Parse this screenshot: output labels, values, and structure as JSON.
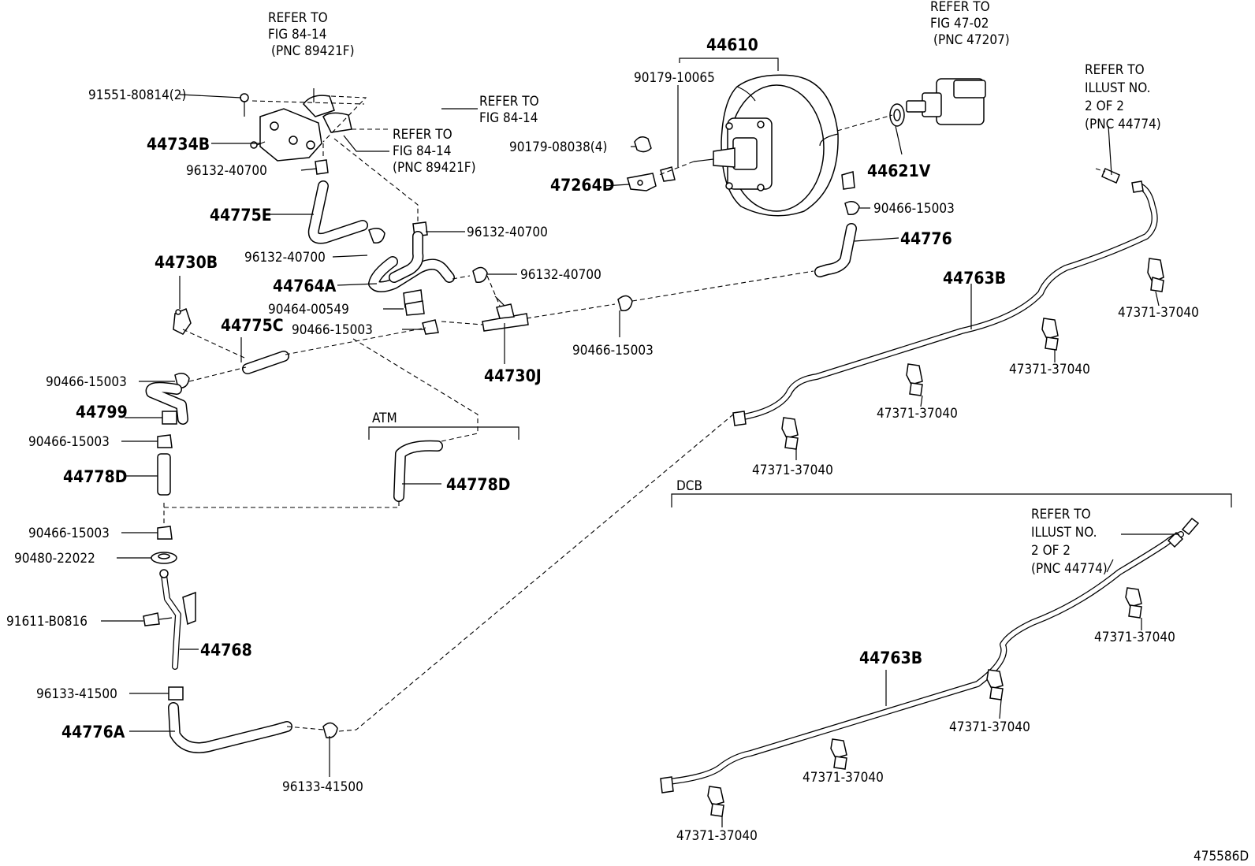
{
  "drawing_id": "475586D",
  "groups": {
    "atm": "ATM",
    "dcb": "DCB"
  },
  "labels": [
    {
      "id": "refer-fig-84-14-pnc-top",
      "lines": [
        "REFER TO",
        "FIG 84-14",
        "(PNC 89421F)"
      ],
      "big": false
    },
    {
      "id": "refer-fig-47-02",
      "lines": [
        "REFER TO",
        "FIG 47-02",
        "(PNC 47207)"
      ],
      "big": false
    },
    {
      "id": "refer-illust-top",
      "lines": [
        "REFER TO",
        "ILLUST NO.",
        "2 OF 2",
        "(PNC 44774)"
      ],
      "big": false
    },
    {
      "id": "refer-fig-84-14",
      "lines": [
        "REFER TO",
        "FIG 84-14"
      ],
      "big": false
    },
    {
      "id": "refer-fig-84-14-pnc-mid",
      "lines": [
        "REFER TO",
        "FIG 84-14",
        "(PNC 89421F)"
      ],
      "big": false
    },
    {
      "id": "refer-illust-dcb",
      "lines": [
        "REFER TO",
        "ILLUST NO.",
        "2 OF 2",
        "(PNC 44774)"
      ],
      "big": false
    },
    {
      "id": "p44610",
      "lines": [
        "44610"
      ],
      "big": true
    },
    {
      "id": "p90179-10065",
      "lines": [
        "90179-10065"
      ],
      "big": false
    },
    {
      "id": "p90179-08038",
      "lines": [
        "90179-08038(4)"
      ],
      "big": false
    },
    {
      "id": "p47264d",
      "lines": [
        "47264D"
      ],
      "big": true
    },
    {
      "id": "p44621v",
      "lines": [
        "44621V"
      ],
      "big": true
    },
    {
      "id": "p90466-15003-a",
      "lines": [
        "90466-15003"
      ],
      "big": false
    },
    {
      "id": "p44776",
      "lines": [
        "44776"
      ],
      "big": true
    },
    {
      "id": "p91551-80814",
      "lines": [
        "91551-80814(2)"
      ],
      "big": false
    },
    {
      "id": "p44734b",
      "lines": [
        "44734B"
      ],
      "big": true
    },
    {
      "id": "p96132-40700-a",
      "lines": [
        "96132-40700"
      ],
      "big": false
    },
    {
      "id": "p44775e",
      "lines": [
        "44775E"
      ],
      "big": true
    },
    {
      "id": "p96132-40700-b",
      "lines": [
        "96132-40700"
      ],
      "big": false
    },
    {
      "id": "p96132-40700-c",
      "lines": [
        "96132-40700"
      ],
      "big": false
    },
    {
      "id": "p96132-40700-d",
      "lines": [
        "96132-40700"
      ],
      "big": false
    },
    {
      "id": "p44730b",
      "lines": [
        "44730B"
      ],
      "big": true
    },
    {
      "id": "p44764a",
      "lines": [
        "44764A"
      ],
      "big": true
    },
    {
      "id": "p90464-00549",
      "lines": [
        "90464-00549"
      ],
      "big": false
    },
    {
      "id": "p44775c",
      "lines": [
        "44775C"
      ],
      "big": true
    },
    {
      "id": "p90466-15003-b",
      "lines": [
        "90466-15003"
      ],
      "big": false
    },
    {
      "id": "p90466-15003-c",
      "lines": [
        "90466-15003"
      ],
      "big": false
    },
    {
      "id": "p44730j",
      "lines": [
        "44730J"
      ],
      "big": true
    },
    {
      "id": "p90466-15003-d",
      "lines": [
        "90466-15003"
      ],
      "big": false
    },
    {
      "id": "p44799",
      "lines": [
        "44799"
      ],
      "big": true
    },
    {
      "id": "p90466-15003-e",
      "lines": [
        "90466-15003"
      ],
      "big": false
    },
    {
      "id": "p44778d-a",
      "lines": [
        "44778D"
      ],
      "big": true
    },
    {
      "id": "p44778d-b",
      "lines": [
        "44778D"
      ],
      "big": true
    },
    {
      "id": "p90466-15003-f",
      "lines": [
        "90466-15003"
      ],
      "big": false
    },
    {
      "id": "p90480-22022",
      "lines": [
        "90480-22022"
      ],
      "big": false
    },
    {
      "id": "p91611-b0816",
      "lines": [
        "91611-B0816"
      ],
      "big": false
    },
    {
      "id": "p44768",
      "lines": [
        "44768"
      ],
      "big": true
    },
    {
      "id": "p96133-41500-a",
      "lines": [
        "96133-41500"
      ],
      "big": false
    },
    {
      "id": "p44776a",
      "lines": [
        "44776A"
      ],
      "big": true
    },
    {
      "id": "p96133-41500-b",
      "lines": [
        "96133-41500"
      ],
      "big": false
    },
    {
      "id": "p44763b-a",
      "lines": [
        "44763B"
      ],
      "big": true
    },
    {
      "id": "p47371-37040-a",
      "lines": [
        "47371-37040"
      ],
      "big": false
    },
    {
      "id": "p47371-37040-b",
      "lines": [
        "47371-37040"
      ],
      "big": false
    },
    {
      "id": "p47371-37040-c",
      "lines": [
        "47371-37040"
      ],
      "big": false
    },
    {
      "id": "p47371-37040-d",
      "lines": [
        "47371-37040"
      ],
      "big": false
    },
    {
      "id": "p44763b-b",
      "lines": [
        "44763B"
      ],
      "big": true
    },
    {
      "id": "p47371-37040-e",
      "lines": [
        "47371-37040"
      ],
      "big": false
    },
    {
      "id": "p47371-37040-f",
      "lines": [
        "47371-37040"
      ],
      "big": false
    },
    {
      "id": "p47371-37040-g",
      "lines": [
        "47371-37040"
      ],
      "big": false
    },
    {
      "id": "p47371-37040-h",
      "lines": [
        "47371-37040"
      ],
      "big": false
    }
  ]
}
